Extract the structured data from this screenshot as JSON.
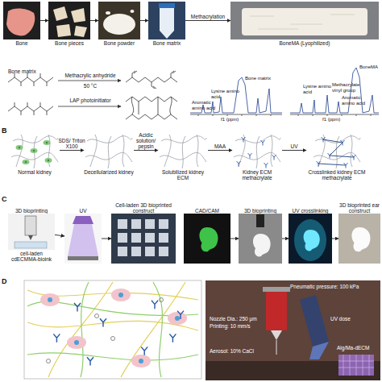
{
  "diagram": {
    "nodes": [
      {
        "text": [
          "Bone"
        ]
      },
      {
        "text": [
          "Bone pieces"
        ]
      },
      {
        "text": [
          "Bone powder"
        ]
      },
      {
        "text": [
          "Bone matrix"
        ]
      },
      {
        "text": [
          "BoneMA (Lyophilized)"
        ]
      },
      {
        "text": [
          "Normal kidney"
        ]
      },
      {
        "text": [
          "Decellularized kidney"
        ]
      },
      {
        "text": [
          "Solubilized kidney ECM"
        ]
      },
      {
        "text": [
          "Kidney ECM methacrylate"
        ]
      },
      {
        "text": [
          "Crosslinked kidney ECM methacrylate"
        ]
      },
      {
        "text": [
          "3D bioprinting",
          "cell-laden cdECMMA-bioink"
        ]
      },
      {
        "text": [
          "UV"
        ]
      },
      {
        "text": [
          "Cell-laden 3D bioprinted construct"
        ]
      },
      {
        "text": [
          "CAD/CAM"
        ]
      },
      {
        "text": [
          "3D bioprinting"
        ]
      },
      {
        "text": [
          "UV crosslinking"
        ]
      },
      {
        "text": [
          "3D bioprinted ear construct"
        ]
      }
    ],
    "edges": [
      {
        "from": 0,
        "to": 1,
        "arrow": "to"
      },
      {
        "from": 1,
        "to": 2,
        "arrow": "to"
      },
      {
        "from": 2,
        "to": 3,
        "arrow": "to"
      },
      {
        "from": 3,
        "to": 4,
        "label": "Methacrylation",
        "arrow": "to"
      },
      {
        "from": 5,
        "to": 6,
        "label": "SDS/ Triton X100",
        "arrow": "to"
      },
      {
        "from": 6,
        "to": 7,
        "label": "Acidic solution/ pepsin",
        "arrow": "to"
      },
      {
        "from": 7,
        "to": 8,
        "label": "MAA",
        "arrow": "to"
      },
      {
        "from": 8,
        "to": 9,
        "label": "UV",
        "arrow": "to"
      },
      {
        "from": 10,
        "to": 11,
        "arrow": "to"
      },
      {
        "from": 11,
        "to": 12,
        "arrow": "to"
      },
      {
        "from": 13,
        "to": 14,
        "arrow": "to"
      },
      {
        "from": 14,
        "to": 15,
        "arrow": "to"
      },
      {
        "from": 15,
        "to": 16,
        "arrow": "to"
      }
    ],
    "labels": [
      "Bone matrix",
      "Methacrylic anhydride",
      "50 °C",
      "LAP photoinitiator",
      "Bone matrix",
      "Lysine amino acid",
      "Aromatic amino acid",
      "f1 (ppm)",
      "BoneMA",
      "Lysine amino acid",
      "Methacrylate vinyl group",
      "Aromatic amino acid",
      "f1 (ppm)",
      "B",
      "C",
      "D",
      "Pneumatic pressure: 100 kPa",
      "Nozzle Dia.: 250 μm",
      "Printing: 10 mm/s",
      "UV dose",
      "Aerosol: 10% CaCl",
      "Alg/Ma-dECM"
    ]
  }
}
